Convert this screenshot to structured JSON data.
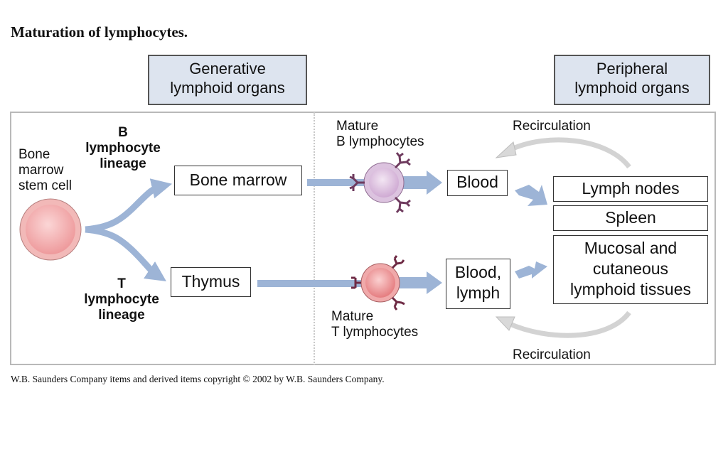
{
  "title": "Maturation of lymphocytes.",
  "headers": {
    "generative": [
      "Generative",
      "lymphoid organs"
    ],
    "peripheral": [
      "Peripheral",
      "lymphoid organs"
    ]
  },
  "labels": {
    "stem_cell": [
      "Bone",
      "marrow",
      "stem cell"
    ],
    "b_lineage": [
      "B",
      "lymphocyte",
      "lineage"
    ],
    "t_lineage": [
      "T",
      "lymphocyte",
      "lineage"
    ],
    "mature_b": [
      "Mature",
      "B lymphocytes"
    ],
    "mature_t": [
      "Mature",
      "T lymphocytes"
    ],
    "recirculation_top": "Recirculation",
    "recirculation_bottom": "Recirculation"
  },
  "nodes": {
    "bone_marrow": "Bone marrow",
    "thymus": "Thymus",
    "blood": "Blood",
    "blood_lymph": [
      "Blood,",
      "lymph"
    ],
    "lymph_nodes": "Lymph nodes",
    "spleen": "Spleen",
    "mucosal": [
      "Mucosal and",
      "cutaneous",
      "lymphoid tissues"
    ]
  },
  "colors": {
    "arrow_blue": "#9db4d6",
    "recirc_gray": "#d8d8d8",
    "stem_cell_fill": "#f0a6a8",
    "b_cell_fill": "#d9b8dc",
    "t_cell_fill": "#ec8c8e",
    "receptor": "#6e3a5e",
    "header_fill": "#dde4ef"
  },
  "copyright": "W.B. Saunders Company items and derived items copyright © 2002 by W.B. Saunders Company."
}
